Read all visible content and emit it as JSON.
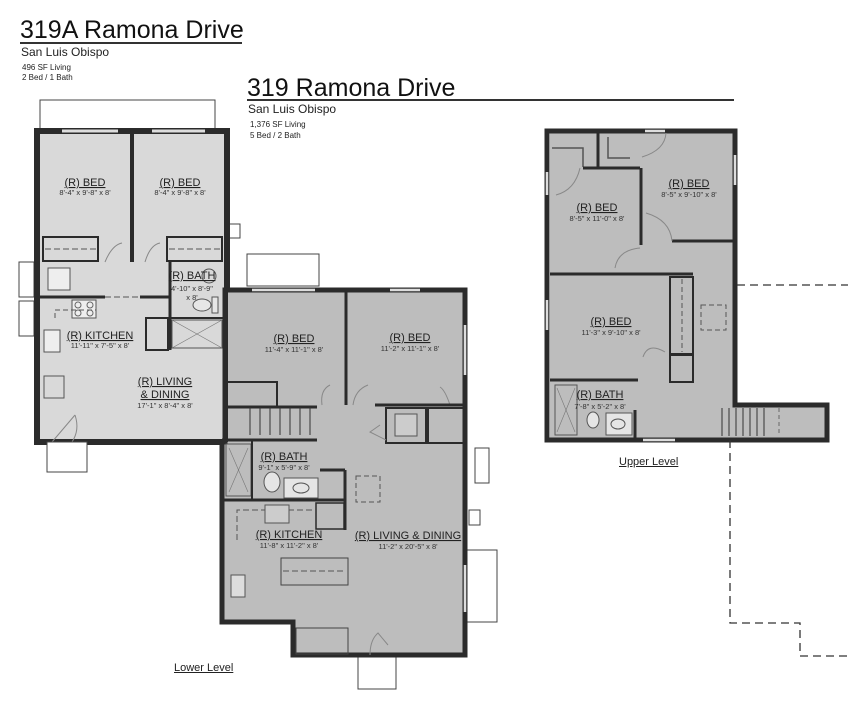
{
  "adu": {
    "title": "319A Ramona Drive",
    "city": "San Luis Obispo",
    "area": "496 SF   Living",
    "beds_baths": "2 Bed / 1 Bath",
    "rooms": [
      {
        "label": "(R) BED",
        "dims": "8'-4\" x 9'-8\" x 8'"
      },
      {
        "label": "(R) BED",
        "dims": "8'-4\" x 9'-8\" x 8'"
      },
      {
        "label": "(R) BATH",
        "dims": "4'-10\" x 8'-9\"",
        "dims2": "x 8'"
      },
      {
        "label": "(R) KITCHEN",
        "dims": "11'-11\" x 7'-5\" x 8'"
      },
      {
        "label": "(R) LIVING",
        "label2": "& DINING",
        "dims": "17'-1\" x 8'-4\" x 8'"
      }
    ],
    "fill_color": "#d9d9d9"
  },
  "main": {
    "title": "319 Ramona Drive",
    "city": "San Luis Obispo",
    "area": "1,376 SF   Living",
    "beds_baths": "5 Bed / 2 Bath",
    "fill_color": "#bdbdbd",
    "lower_level": {
      "label": "Lower Level",
      "rooms": [
        {
          "label": "(R) BED",
          "dims": "11'-4\" x 11'-1\" x 8'"
        },
        {
          "label": "(R) BED",
          "dims": "11'-2\" x 11'-1\" x 8'"
        },
        {
          "label": "(R) BATH",
          "dims": "9'-1\" x 5'-9\" x 8'"
        },
        {
          "label": "(R) KITCHEN",
          "dims": "11'-8\" x 11'-2\" x 8'"
        },
        {
          "label": "(R) LIVING & DINING",
          "dims": "11'-2\" x 20'-5\" x 8'"
        }
      ]
    },
    "upper_level": {
      "label": "Upper Level",
      "rooms": [
        {
          "label": "(R) BED",
          "dims": "8'-5\" x 11'-0\" x 8'"
        },
        {
          "label": "(R) BED",
          "dims": "8'-5\" x 9'-10\" x 8'"
        },
        {
          "label": "(R) BED",
          "dims": "11'-3\" x 9'-10\" x 8'"
        },
        {
          "label": "(R) BATH",
          "dims": "7'-8\" x 5'-2\" x 8'"
        }
      ]
    }
  },
  "colors": {
    "wall": "#2b2b2b",
    "line": "#444444"
  }
}
